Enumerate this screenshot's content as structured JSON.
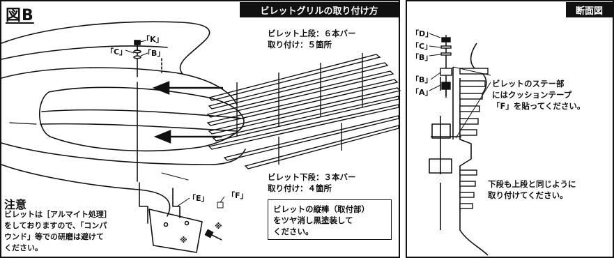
{
  "figure_tag": "図B",
  "main_header": "ビレットグリルの取り付け方",
  "section_header": "断面図",
  "upper": {
    "line1": "ビレット上段：６本バー",
    "line2": "取り付け：５箇所"
  },
  "lower": {
    "line1": "ビレット下段：３本バー",
    "line2": "取り付け：４箇所"
  },
  "paint_note": {
    "line1": "ビレットの縦棒（取付部）",
    "line2": "をツヤ消し黒塗装して",
    "line3": "ください。"
  },
  "caution": {
    "title": "注意",
    "line1": "ビレットは［アルマイト処理］",
    "line2": "をしておりますので、「コンパ",
    "line3": "ウンド」等での研磨は避けて",
    "line4": "ください。"
  },
  "parts_left": {
    "K": "「K」",
    "C": "「C」",
    "B": "「B」",
    "E": "「E」",
    "F": "「F」",
    "mark1": "※",
    "mark2": "※"
  },
  "parts_right": {
    "D": "「D」",
    "C": "「C」",
    "B1": "「B」",
    "B2": "「B」",
    "A": "「A」"
  },
  "cushion_note": {
    "line1": "ビレットのステー部",
    "line2": "にはクッションテープ",
    "line3": "「F」を貼ってください。"
  },
  "lower_note": {
    "line1": "下段も上段と同じように",
    "line2": "取り付けてください。"
  }
}
